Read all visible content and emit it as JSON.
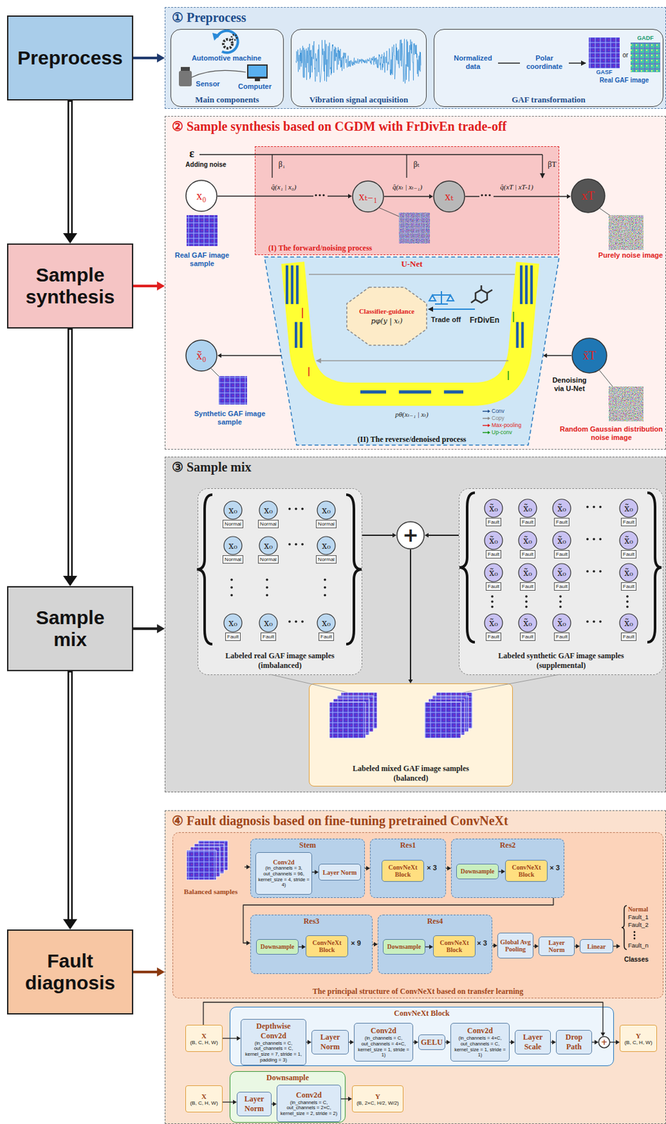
{
  "diagram": {
    "nodes": [
      {
        "text": [
          "Preprocess"
        ]
      },
      {
        "text": [
          "① Preprocess"
        ]
      },
      {
        "text": [
          "Main components"
        ],
        "in": 1
      },
      {
        "text": [
          "Vibration signal acquisition"
        ],
        "in": 1
      },
      {
        "text": [
          "GAF transformation"
        ],
        "in": 1
      },
      {
        "text": [
          "Sample synthesis"
        ]
      },
      {
        "text": [
          "② Sample synthesis based on CGDM with FrDivEn trade-off"
        ]
      },
      {
        "text": [
          "(I) The forward/noising process"
        ],
        "in": 6
      },
      {
        "text": [
          "x₀"
        ],
        "in": 6
      },
      {
        "text": [
          "xₜ₋₁"
        ],
        "in": 7
      },
      {
        "text": [
          "xₜ"
        ],
        "in": 7
      },
      {
        "text": [
          "xT"
        ],
        "in": 6
      },
      {
        "text": [
          "U-Net",
          "(II) The reverse/denoised process"
        ],
        "in": 6
      },
      {
        "text": [
          "Classifier-guidance",
          "pφ(y | xₜ)"
        ],
        "in": 12
      },
      {
        "text": [
          "x̃T"
        ],
        "in": 6
      },
      {
        "text": [
          "x̃₀"
        ],
        "in": 6
      },
      {
        "text": [
          "Sample mix"
        ]
      },
      {
        "text": [
          "③ Sample mix"
        ]
      },
      {
        "text": [
          "Labeled real GAF image samples (imbalanced)"
        ],
        "in": 17
      },
      {
        "text": [
          "x₀",
          "Normal"
        ],
        "in": 18
      },
      {
        "text": [
          "x₀",
          "Normal"
        ],
        "in": 18
      },
      {
        "text": [
          "x₀",
          "Normal"
        ],
        "in": 18
      },
      {
        "text": [
          "x₀",
          "Normal"
        ],
        "in": 18
      },
      {
        "text": [
          "x₀",
          "Normal"
        ],
        "in": 18
      },
      {
        "text": [
          "x₀",
          "Normal"
        ],
        "in": 18
      },
      {
        "text": [
          "x₀",
          "Fault"
        ],
        "in": 18
      },
      {
        "text": [
          "x₀",
          "Fault"
        ],
        "in": 18
      },
      {
        "text": [
          "x₀",
          "Fault"
        ],
        "in": 18
      },
      {
        "text": [
          "Labeled synthetic GAF image samples (supplemental)"
        ],
        "in": 17
      },
      {
        "text": [
          "x̃₀",
          "Fault"
        ],
        "in": 28
      },
      {
        "text": [
          "x̃₀",
          "Fault"
        ],
        "in": 28
      },
      {
        "text": [
          "x̃₀",
          "Fault"
        ],
        "in": 28
      },
      {
        "text": [
          "x̃₀",
          "Fault"
        ],
        "in": 28
      },
      {
        "text": [
          "x̃₀",
          "Fault"
        ],
        "in": 28
      },
      {
        "text": [
          "x̃₀",
          "Fault"
        ],
        "in": 28
      },
      {
        "text": [
          "x̃₀",
          "Fault"
        ],
        "in": 28
      },
      {
        "text": [
          "x̃₀",
          "Fault"
        ],
        "in": 28
      },
      {
        "text": [
          "x̃₀",
          "Fault"
        ],
        "in": 28
      },
      {
        "text": [
          "x̃₀",
          "Fault"
        ],
        "in": 28
      },
      {
        "text": [
          "x̃₀",
          "Fault"
        ],
        "in": 28
      },
      {
        "text": [
          "x̃₀",
          "Fault"
        ],
        "in": 28
      },
      {
        "text": [
          "x̃₀",
          "Fault"
        ],
        "in": 28
      },
      {
        "text": [
          "x̃₀",
          "Fault"
        ],
        "in": 28
      },
      {
        "text": [
          "x̃₀",
          "Fault"
        ],
        "in": 28
      },
      {
        "text": [
          "x̃₀",
          "Fault"
        ],
        "in": 28
      },
      {
        "text": [
          "+"
        ],
        "in": 17
      },
      {
        "text": [
          "Labeled mixed GAF image samples (balanced)"
        ],
        "in": 17
      },
      {
        "text": [
          "Fault diagnosis"
        ]
      },
      {
        "text": [
          "④ Fault diagnosis based on fine-tuning pretrained ConvNeXt"
        ]
      },
      {
        "text": [
          "The principal structure of ConvNeXt based on transfer learning"
        ],
        "in": 48
      },
      {
        "text": [
          "Balanced samples"
        ],
        "in": 49
      },
      {
        "text": [
          "Stem"
        ],
        "in": 49
      },
      {
        "text": [
          "Conv2d",
          "(in_channels = 3, out_channels = 96, kernel_size = 4, stride = 4)"
        ],
        "in": 51
      },
      {
        "text": [
          "Layer Norm"
        ],
        "in": 51
      },
      {
        "text": [
          "Res1"
        ],
        "in": 49
      },
      {
        "text": [
          "ConvNeXt Block"
        ],
        "in": 54
      },
      {
        "text": [
          "Res2"
        ],
        "in": 49
      },
      {
        "text": [
          "Downsample"
        ],
        "in": 56
      },
      {
        "text": [
          "ConvNeXt Block"
        ],
        "in": 56
      },
      {
        "text": [
          "Res3"
        ],
        "in": 49
      },
      {
        "text": [
          "Downsample"
        ],
        "in": 59
      },
      {
        "text": [
          "ConvNeXt Block"
        ],
        "in": 59
      },
      {
        "text": [
          "Res4"
        ],
        "in": 49
      },
      {
        "text": [
          "Downsample"
        ],
        "in": 62
      },
      {
        "text": [
          "ConvNeXt Block"
        ],
        "in": 62
      },
      {
        "text": [
          "Global Avg Pooling"
        ],
        "in": 49
      },
      {
        "text": [
          "Layer Norm"
        ],
        "in": 49
      },
      {
        "text": [
          "Linear"
        ],
        "in": 49
      },
      {
        "text": [
          "Normal",
          "Fault_1",
          "Fault_2",
          "Fault_n",
          "Classes"
        ],
        "in": 49
      },
      {
        "text": [
          "X",
          "(B, C, H, W)"
        ],
        "in": 48
      },
      {
        "text": [
          "ConvNeXt Block"
        ],
        "in": 48
      },
      {
        "text": [
          "Depthwise Conv2d",
          "(in_channels = C, out_channels = C, kernel_size = 7, stride = 1, padding = 3)"
        ],
        "in": 70
      },
      {
        "text": [
          "Layer Norm"
        ],
        "in": 70
      },
      {
        "text": [
          "Conv2d",
          "(in_channels = C, out_channels = 4×C, kernel_size = 1, stride = 1)"
        ],
        "in": 70
      },
      {
        "text": [
          "GELU"
        ],
        "in": 70
      },
      {
        "text": [
          "Conv2d",
          "(in_channels = 4×C, out_channels = C, kernel_size = 1, stride = 1)"
        ],
        "in": 70
      },
      {
        "text": [
          "Layer Scale"
        ],
        "in": 70
      },
      {
        "text": [
          "Drop Path"
        ],
        "in": 70
      },
      {
        "text": [
          "+"
        ],
        "in": 70
      },
      {
        "text": [
          "Y",
          "(B, C, H, W)"
        ],
        "in": 48
      },
      {
        "text": [
          "X",
          "(B, C, H, W)"
        ],
        "in": 48
      },
      {
        "text": [
          "Downsample"
        ],
        "in": 48
      },
      {
        "text": [
          "Layer Norm"
        ],
        "in": 81
      },
      {
        "text": [
          "Conv2d",
          "(in_channels = C, out_channels = 2×C, kernel_size = 2, stride = 2)"
        ],
        "in": 81
      },
      {
        "text": [
          "Y",
          "(B, 2×C, H/2, W/2)"
        ],
        "in": 48
      }
    ],
    "edges": [
      {
        "from": 0,
        "to": 5,
        "arrow": "to"
      },
      {
        "from": 5,
        "to": 16,
        "arrow": "to"
      },
      {
        "from": 16,
        "to": 47,
        "arrow": "to"
      },
      {
        "from": 0,
        "to": 1,
        "arrow": "to"
      },
      {
        "from": 5,
        "to": 6,
        "arrow": "to"
      },
      {
        "from": 16,
        "to": 17,
        "arrow": "to"
      },
      {
        "from": 47,
        "to": 48,
        "arrow": "to"
      },
      {
        "from": 8,
        "to": 9,
        "arrow": "to",
        "label": "q̂(x₁ | x₀)"
      },
      {
        "from": 9,
        "to": 10,
        "arrow": "to",
        "label": "q̂(xₜ | xₜ₋₁)"
      },
      {
        "from": 10,
        "to": 11,
        "arrow": "to",
        "label": "q̂(xT | xT-1)"
      },
      {
        "from": 14,
        "to": 12,
        "arrow": "to",
        "label": "Denoising via U-Net"
      },
      {
        "from": 12,
        "to": 15,
        "arrow": "to"
      },
      {
        "from": 18,
        "to": 45,
        "arrow": "to"
      },
      {
        "from": 28,
        "to": 45,
        "arrow": "to"
      },
      {
        "from": 45,
        "to": 46,
        "arrow": "to"
      },
      {
        "from": 50,
        "to": 51,
        "arrow": "to"
      },
      {
        "from": 52,
        "to": 53,
        "arrow": "to"
      },
      {
        "from": 51,
        "to": 54,
        "arrow": "to"
      },
      {
        "from": 54,
        "to": 56,
        "arrow": "to"
      },
      {
        "from": 57,
        "to": 58,
        "arrow": "to"
      },
      {
        "from": 56,
        "to": 59,
        "arrow": "to"
      },
      {
        "from": 60,
        "to": 61,
        "arrow": "to"
      },
      {
        "from": 59,
        "to": 62,
        "arrow": "to"
      },
      {
        "from": 63,
        "to": 64,
        "arrow": "to"
      },
      {
        "from": 62,
        "to": 65,
        "arrow": "to"
      },
      {
        "from": 65,
        "to": 66,
        "arrow": "to"
      },
      {
        "from": 66,
        "to": 67,
        "arrow": "to"
      },
      {
        "from": 67,
        "to": 68,
        "arrow": "to"
      },
      {
        "from": 69,
        "to": 71,
        "arrow": "to"
      },
      {
        "from": 71,
        "to": 72,
        "arrow": "to"
      },
      {
        "from": 72,
        "to": 73,
        "arrow": "to"
      },
      {
        "from": 73,
        "to": 74,
        "arrow": "to"
      },
      {
        "from": 74,
        "to": 75,
        "arrow": "to"
      },
      {
        "from": 75,
        "to": 76,
        "arrow": "to"
      },
      {
        "from": 76,
        "to": 77,
        "arrow": "to"
      },
      {
        "from": 77,
        "to": 78,
        "arrow": "to"
      },
      {
        "from": 69,
        "to": 78,
        "arrow": "to"
      },
      {
        "from": 78,
        "to": 79,
        "arrow": "to"
      },
      {
        "from": 80,
        "to": 82,
        "arrow": "to"
      },
      {
        "from": 82,
        "to": 83,
        "arrow": "to"
      },
      {
        "from": 83,
        "to": 84,
        "arrow": "to"
      }
    ],
    "labels": [
      "Automotive machine",
      "Sensor",
      "Computer",
      "Normalized data",
      "Polar coordinate",
      "GASF",
      "or",
      "GADF",
      "Real GAF image",
      "ε",
      "Adding noise",
      "β₁",
      "βₜ",
      "βT",
      "Real GAF image sample",
      "Purely noise image",
      "Trade off",
      "FrDivEn",
      "pθ(xₜ₋₁ | xₜ)",
      "Synthetic GAF image sample",
      "Random Gaussian distribution noise image",
      "× 3",
      "× 3",
      "× 9",
      "× 3"
    ],
    "legend": [
      {
        "text": "Conv"
      },
      {
        "text": "Copy"
      },
      {
        "text": "Max-pooling"
      },
      {
        "text": "Up-conv"
      }
    ]
  }
}
